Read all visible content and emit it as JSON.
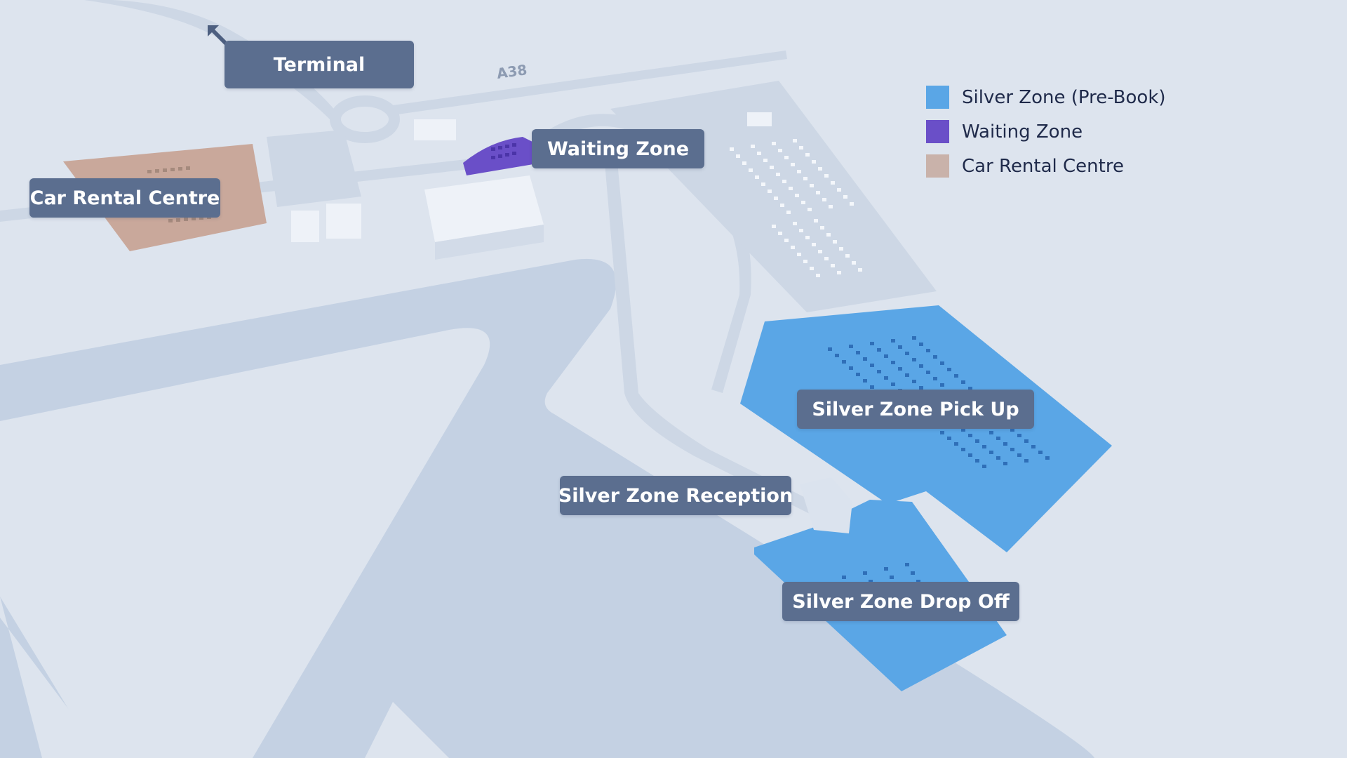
{
  "road_label": "A38",
  "labels": {
    "terminal": "Terminal",
    "waiting_zone": "Waiting Zone",
    "car_rental_centre": "Car Rental Centre",
    "silver_zone_pick_up": "Silver Zone Pick Up",
    "silver_zone_reception": "Silver Zone Reception",
    "silver_zone_drop_off": "Silver Zone Drop Off"
  },
  "legend": [
    {
      "label": "Silver Zone (Pre-Book)",
      "color": "#5aa6e6"
    },
    {
      "label": "Waiting Zone",
      "color": "#6a4fc8"
    },
    {
      "label": "Car Rental Centre",
      "color": "#c9b2aa"
    }
  ],
  "colors": {
    "background": "#dde4ee",
    "runway": "#c4d1e3",
    "silver_zone": "#5aa6e6",
    "waiting_zone": "#6a4fc8",
    "car_rental": "#c9a89b",
    "label_bg": "#5b6e8f"
  },
  "icons": {
    "terminal_direction": "arrow-up-left-icon"
  }
}
